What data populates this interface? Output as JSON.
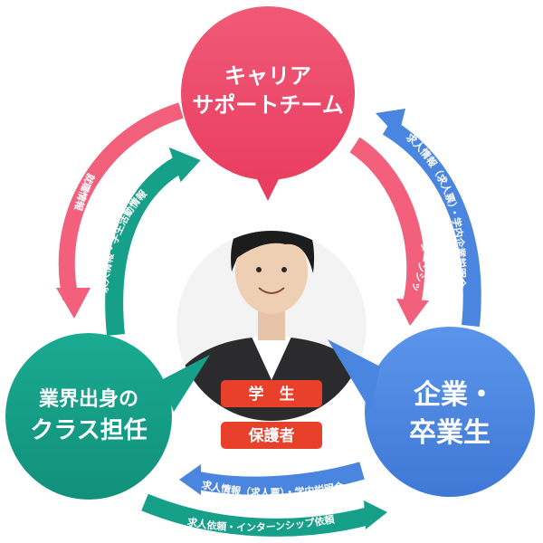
{
  "nodes": {
    "top": {
      "line1": "キャリア",
      "line2": "サポートチーム",
      "color": "#f0506e"
    },
    "left": {
      "line1": "業界出身の",
      "line2": "クラス担任",
      "color": "#17a089"
    },
    "right": {
      "line1": "企業・",
      "line2": "卒業生",
      "color": "#4a86e0"
    }
  },
  "arrows": {
    "top_to_left": "就職情報",
    "left_to_top": "求人情報・学生活動情報",
    "top_to_right": "求人紹介・インターンシップ依頼",
    "right_to_top": "求人情報（求人票）・学内企業説明会",
    "right_to_left": "求人情報（求人票）・学内説明会",
    "left_to_right": "求人依頼・インターンシップ依頼"
  },
  "center": {
    "badge1": "学　生",
    "badge2": "保護者",
    "badge_color": "#e8402a"
  }
}
